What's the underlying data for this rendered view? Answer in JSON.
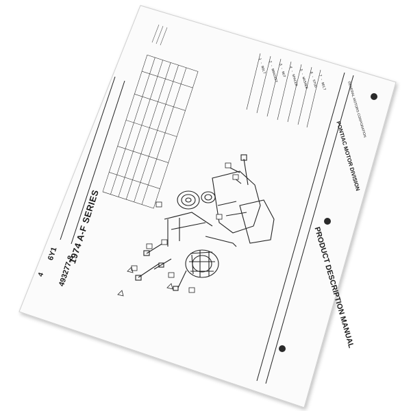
{
  "document": {
    "series_title": "1974 A-F SERIES",
    "part_number": "493277-8",
    "page_code": "6Y1",
    "page_number": "4",
    "manual_title": "PRODUCT DESCRIPTION MANUAL",
    "division": "PONTIAC MOTOR DIVISION",
    "corporation": "GENERAL MOTORS CORPORATION",
    "legend_items": [
      "1 - BOLT",
      "2 - BRACKET",
      "3 - NUT",
      "4 - SPACER",
      "5 - WASHER",
      "6 - STUD",
      "7 - BELT"
    ],
    "colors": {
      "paper": "#fbfbfb",
      "ink": "#1a1a1a",
      "hole": "#2a2a2a"
    }
  }
}
